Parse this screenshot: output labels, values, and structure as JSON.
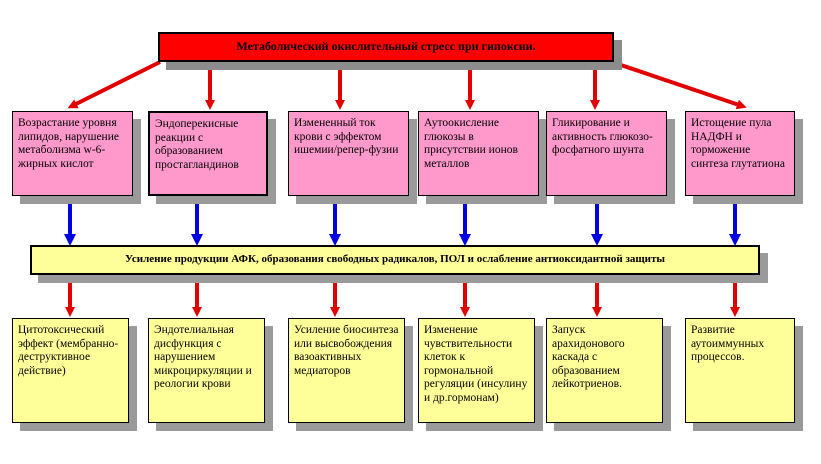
{
  "top_box": "Метаболический окислительный стресс при гипоксии.",
  "causes": [
    "Возрастание уровня липидов, нарушение метаболизма w-6-жирных кислот",
    "Эндоперекисные реакции с образованием простагландинов",
    "Измененный ток крови с эффектом ишемии/репер-фузии",
    "Аутоокисление глюкозы в присутствии ионов металлов",
    "Гликирование и активность глюкозо-фосфатного шунта",
    "Истощение пула НАДФН и торможение синтеза глутатиона"
  ],
  "middle_box": "Усиление продукции АФК, образования свободных радикалов, ПОЛ и ослабление антиоксидантной защиты",
  "effects": [
    "Цитотоксический эффект (мембранно-деструктивное действие)",
    "Эндотелиальная дисфункция с нарушением микроциркуляции и реологии крови",
    "Усиление биосинтеза или высвобождения вазоактивных медиаторов",
    "Изменение чувствительности клеток к гормональной регуляции (инсулину и др.гормонам)",
    "Запуск арахидонового каскада с образованием лейкотриенов.",
    "Развитие аутоиммунных процессов."
  ],
  "colors": {
    "top_fill": "#ff0000",
    "cause_fill": "#ff99cc",
    "middle_fill": "#ffff99",
    "effect_fill": "#ffff99",
    "red_arrow": "#e00000",
    "blue_arrow": "#0000e0"
  }
}
